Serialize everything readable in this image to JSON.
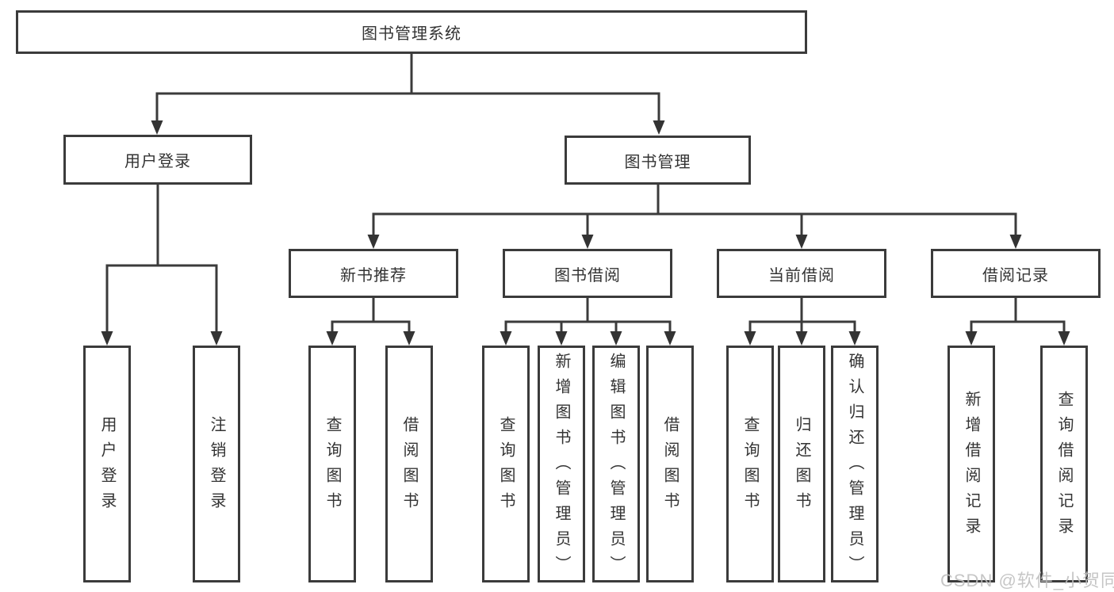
{
  "tree": {
    "root": {
      "label": "图书管理系统"
    },
    "branches": [
      {
        "label": "用户登录",
        "children": [
          {
            "label": "用户登录"
          },
          {
            "label": "注销登录"
          }
        ]
      },
      {
        "label": "图书管理",
        "children": [
          {
            "label": "新书推荐",
            "children": [
              {
                "label": "查询图书"
              },
              {
                "label": "借阅图书"
              }
            ]
          },
          {
            "label": "图书借阅",
            "children": [
              {
                "label": "查询图书"
              },
              {
                "label": "新增图书（管理员）"
              },
              {
                "label": "编辑图书（管理员）"
              },
              {
                "label": "借阅图书"
              }
            ]
          },
          {
            "label": "当前借阅",
            "children": [
              {
                "label": "查询图书"
              },
              {
                "label": "归还图书"
              },
              {
                "label": "确认归还（管理员）"
              }
            ]
          },
          {
            "label": "借阅记录",
            "children": [
              {
                "label": "新增借阅记录"
              },
              {
                "label": "查询借阅记录"
              }
            ]
          }
        ]
      }
    ]
  },
  "watermark": "CSDN @软件_小贺同学",
  "colors": {
    "line": "#3b3b3b",
    "text": "#333333",
    "watermark": "#bfbfbf",
    "background": "#ffffff"
  }
}
